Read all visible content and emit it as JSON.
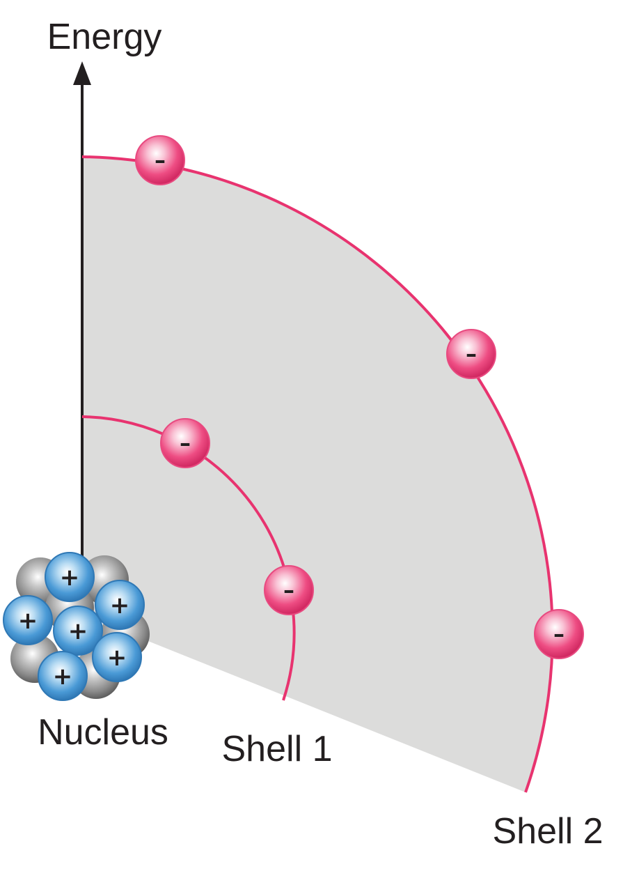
{
  "labels": {
    "axis": "Energy",
    "nucleus": "Nucleus",
    "shell1": "Shell 1",
    "shell2": "Shell 2"
  },
  "symbols": {
    "electron": "–",
    "proton": "+"
  },
  "shells": [
    {
      "name": "Shell 1",
      "electrons": 2
    },
    {
      "name": "Shell 2",
      "electrons": 3
    }
  ],
  "nucleus": {
    "protons": 6,
    "neutrons": 6
  },
  "colors": {
    "shell_line": "#e8336f",
    "shell_fill": "#dcdcdb",
    "axis": "#231f20",
    "electron": "#ee4d83",
    "proton": "#3f8fcf",
    "neutron": "#8c8c8c"
  }
}
